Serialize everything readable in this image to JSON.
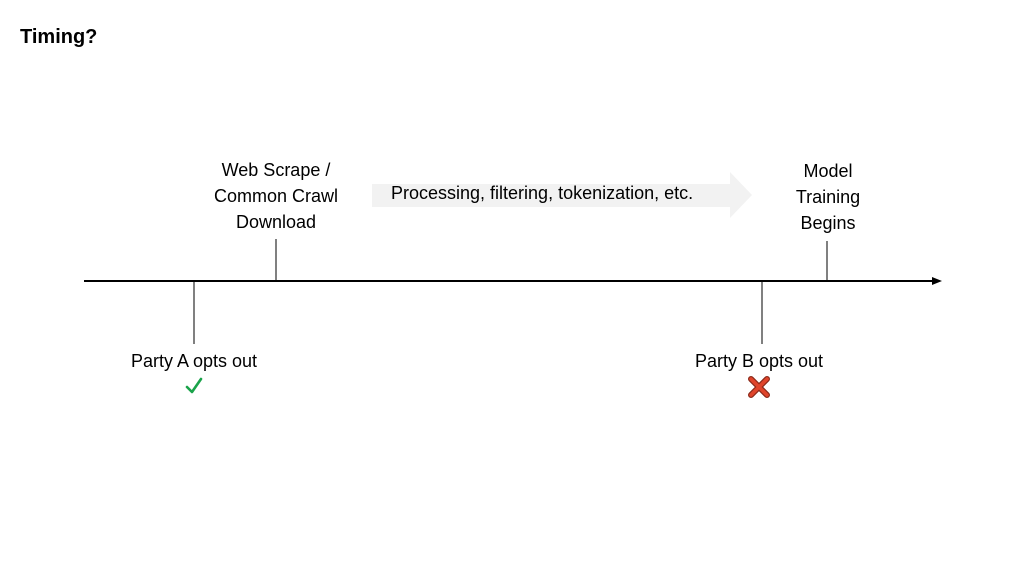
{
  "title": "Timing?",
  "events_above": [
    {
      "lines": [
        "Web Scrape /",
        "Common Crawl",
        "Download"
      ]
    },
    {
      "lines": [
        "Model",
        "Training",
        "Begins"
      ]
    }
  ],
  "process_arrow": {
    "label": "Processing, filtering, tokenization, etc.",
    "fill": "#f2f2f2"
  },
  "events_below": [
    {
      "label": "Party A opts out",
      "status": "check-icon",
      "status_color": "#1aa34a"
    },
    {
      "label": "Party B opts out",
      "status": "cross-icon",
      "status_color": "#e0442b"
    }
  ],
  "colors": {
    "axis": "#000000",
    "text": "#000000"
  }
}
